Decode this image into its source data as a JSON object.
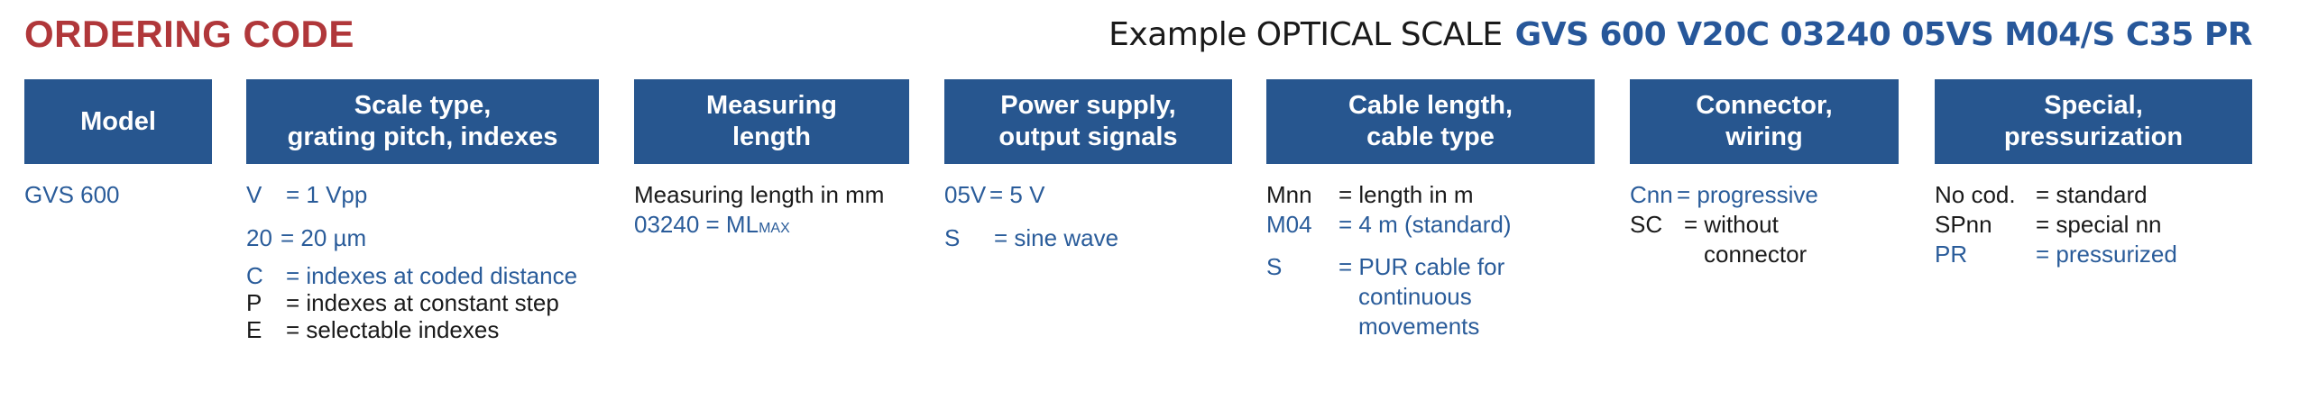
{
  "title": "ORDERING CODE",
  "example": {
    "label": "Example OPTICAL SCALE",
    "code": "GVS 600 V20C 03240 05VS M04/S C35 PR"
  },
  "colors": {
    "title_red": "#b0373a",
    "header_blue": "#27568f",
    "text_blue": "#2a5c9a",
    "text_black": "#1a1a1a"
  },
  "columns": [
    {
      "header": "Model",
      "entries": [
        {
          "key": "GVS 600",
          "value": "",
          "color": "blue"
        }
      ]
    },
    {
      "header": "Scale type,\ngrating pitch, indexes",
      "entries": [
        {
          "key": "V",
          "value": "= 1 Vpp",
          "color": "blue"
        },
        {
          "key": "20",
          "value": "= 20 µm",
          "color": "blue"
        },
        {
          "key": "C",
          "value": "= indexes at coded distance",
          "color": "blue"
        },
        {
          "key": "P",
          "value": "= indexes at constant step",
          "color": "black"
        },
        {
          "key": "E",
          "value": "= selectable indexes",
          "color": "black"
        }
      ]
    },
    {
      "header": "Measuring\nlength",
      "entries": [
        {
          "key": "Measuring length in mm",
          "value": "",
          "color": "black"
        },
        {
          "key": "03240 = ML",
          "sub": "MAX",
          "value": "",
          "color": "blue"
        }
      ]
    },
    {
      "header": "Power supply,\noutput signals",
      "entries": [
        {
          "key": "05V",
          "value": "= 5 V",
          "color": "blue"
        },
        {
          "key": "S",
          "value": "= sine wave",
          "color": "blue"
        }
      ]
    },
    {
      "header": "Cable length,\ncable type",
      "entries": [
        {
          "key": "Mnn",
          "value": "= length in m",
          "color": "black"
        },
        {
          "key": "M04",
          "value": "= 4 m (standard)",
          "color": "blue"
        },
        {
          "key": "S",
          "value": "= PUR cable for",
          "color": "blue"
        },
        {
          "key": "",
          "value": "continuous",
          "color": "blue"
        },
        {
          "key": "",
          "value": "movements",
          "color": "blue"
        }
      ]
    },
    {
      "header": "Connector,\nwiring",
      "entries": [
        {
          "key": "Cnn",
          "value": "= progressive",
          "color": "blue"
        },
        {
          "key": "SC",
          "value": "= without",
          "color": "black"
        },
        {
          "key": "",
          "value": "connector",
          "color": "black"
        }
      ]
    },
    {
      "header": "Special,\npressurization",
      "entries": [
        {
          "key": "No cod.",
          "value": "= standard",
          "color": "black"
        },
        {
          "key": "SPnn",
          "value": "= special nn",
          "color": "black"
        },
        {
          "key": "PR",
          "value": "= pressurized",
          "color": "blue"
        }
      ]
    }
  ]
}
